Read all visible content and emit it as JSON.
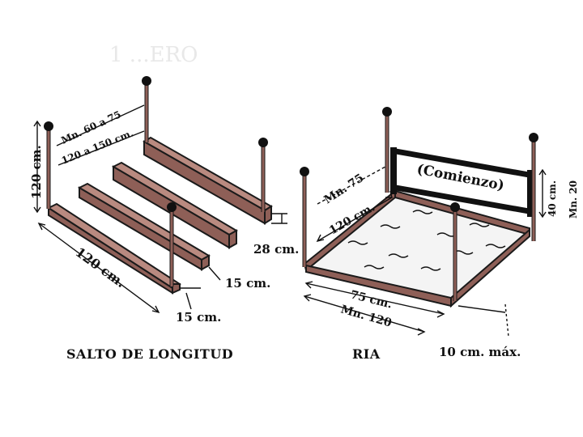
{
  "header": {
    "ghost_text": "1   ...ERO"
  },
  "long_jump": {
    "caption": "SALTO DE LONGITUD",
    "labels": {
      "height_120": "120 cm.",
      "spacing_60_75": "Mn. 60 a 75",
      "spacing_120_150": "120 a 150 cm.",
      "length_120": "120 cm.",
      "height_28": "28 cm.",
      "width_15a": "15 cm.",
      "width_15b": "15 cm."
    }
  },
  "ria": {
    "caption": "RIA",
    "labels": {
      "start_banner": "(Comienzo)",
      "mn_75": "Mn. 75",
      "width_120": "120 cm.",
      "height_40": "40 cm.",
      "mn_20": "Mn. 20",
      "depth_75": "75 cm.",
      "mn_120": "Mn. 120",
      "max_10": "10 cm. máx."
    }
  },
  "colors": {
    "board": "#8e5f57",
    "board_highlight": "#b98a80",
    "ink": "#111111"
  }
}
